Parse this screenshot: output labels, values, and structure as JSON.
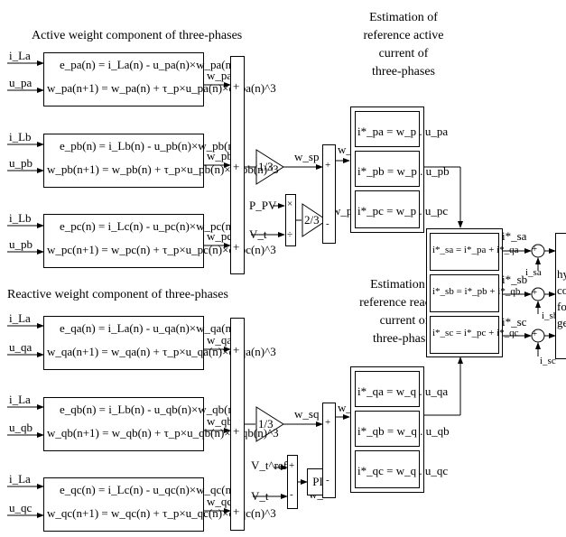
{
  "active_title": "Active weight component of three-phases",
  "reactive_title": "Reactive weight component of three-phases",
  "est_active_title": [
    "Estimation of",
    "reference active",
    "current of",
    "three-phases"
  ],
  "est_reactive_title": [
    "Estimation of",
    "reference reactive",
    "current of",
    "three-phases"
  ],
  "active_rows": [
    {
      "in1": "i_La",
      "in2": "u_pa",
      "eq1": "e_pa(n) = i_La(n) - u_pa(n)×w_pa(n)",
      "eq2": "w_pa(n+1) = w_pa(n) + τ_p×u_pa(n)×e_pa(n)^3",
      "out": "w_pa"
    },
    {
      "in1": "i_Lb",
      "in2": "u_pb",
      "eq1": "e_pb(n) = i_Lb(n) - u_pb(n)×w_pb(n)",
      "eq2": "w_pb(n+1) = w_pb(n) + τ_p×u_pb(n)×e_pb(n)^3",
      "out": "w_pb"
    },
    {
      "in1": "i_Lb",
      "in2": "u_pb",
      "eq1": "e_pc(n) = i_Lc(n) - u_pc(n)×w_pc(n)",
      "eq2": "w_pc(n+1) = w_pc(n) + τ_p×u_pc(n)×e_pc(n)^3",
      "out": "w_pc"
    }
  ],
  "reactive_rows": [
    {
      "in1": "i_La",
      "in2": "u_qa",
      "eq1": "e_qa(n) = i_La(n) - u_qa(n)×w_qa(n)",
      "eq2": "w_qa(n+1) = w_qa(n) + τ_p×u_qa(n)×e_qa(n)^3",
      "out": "w_qa"
    },
    {
      "in1": "i_La",
      "in2": "u_qb",
      "eq1": "e_qb(n) = i_Lb(n) - u_qb(n)×w_qb(n)",
      "eq2": "w_qb(n+1) = w_qb(n) + τ_p×u_qb(n)×e_qb(n)^3",
      "out": "w_qb"
    },
    {
      "in1": "i_La",
      "in2": "u_qc",
      "eq1": "e_qc(n) = i_Lc(n) - u_qc(n)×w_qc(n)",
      "eq2": "w_qc(n+1) = w_qc(n) + τ_p×u_qc(n)×e_qc(n)^3",
      "out": "w_qc"
    }
  ],
  "labels": {
    "plus": "+",
    "minus": "-",
    "times": "×",
    "divide": "÷",
    "gain_third": "1/3",
    "gain_two_thirds": "2/3",
    "pi": "PI",
    "w_sp": "w_sp",
    "w_p": "w_p",
    "w_pv": "w_pv",
    "w_sq": "w_sq",
    "w_q": "w_q",
    "w_vt": "w_Vt",
    "p_pv": "P_PV",
    "v_t": "V_t",
    "v_t_ref": "V_t^ref"
  },
  "active_ref": [
    "i*_pa = w_p . u_pa",
    "i*_pb = w_p . u_pb",
    "i*_pc = w_p . u_pc"
  ],
  "reactive_ref": [
    "i*_qa = w_q . u_qa",
    "i*_qb = w_q . u_qb",
    "i*_qc = w_q . u_qc"
  ],
  "sum_ref": [
    "i*_sa = i*_pa + i*_qa",
    "i*_sb = i*_pb + i*_qb",
    "i*_sc = i*_pc + i*_qc"
  ],
  "ref_out": [
    "i*_sa",
    "i*_sb",
    "i*_sc"
  ],
  "meas": [
    "i_sa",
    "i_sb",
    "i_sc"
  ],
  "hyst_text": [
    "hy",
    "co",
    "fo",
    "ge"
  ]
}
